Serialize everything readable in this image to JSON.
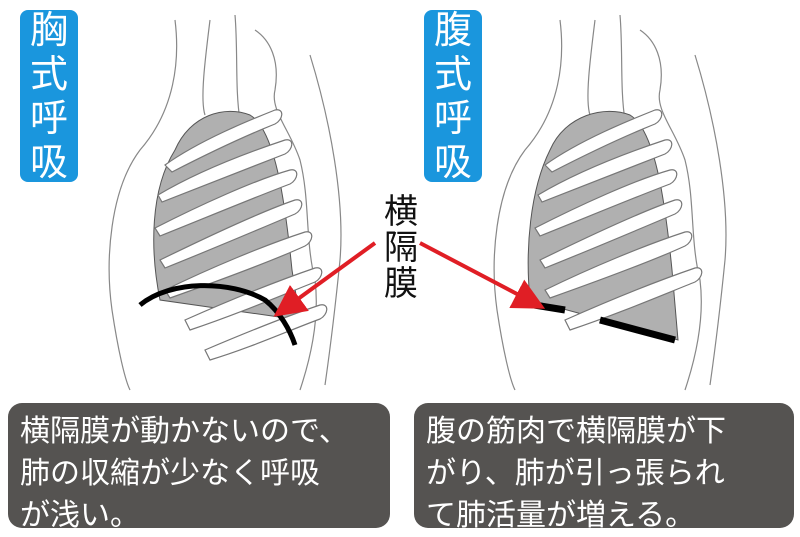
{
  "left_panel": {
    "title": "胸式呼吸",
    "title_chars": [
      "胸",
      "式",
      "呼",
      "吸"
    ],
    "caption": "横隔膜が動かないので、肺の収縮が少なく呼吸が浅い。",
    "caption_lines": [
      "横隔膜が動かないので、",
      "肺の収縮が少なく呼吸",
      "が浅い。"
    ]
  },
  "right_panel": {
    "title": "腹式呼吸",
    "title_chars": [
      "腹",
      "式",
      "呼",
      "吸"
    ],
    "caption": "腹の筋肉で横隔膜が下がり、肺が引っ張られて肺活量が増える。",
    "caption_lines": [
      "腹の筋肉で横隔膜が下",
      "がり、肺が引っ張られ",
      "て肺活量が増える。"
    ]
  },
  "center_label": {
    "text": "横隔膜",
    "chars": [
      "横",
      "隔",
      "膜"
    ]
  },
  "colors": {
    "label_bg": "#1a96dd",
    "caption_bg": "#555351",
    "lung": "#b0b0b0",
    "arrow": "#e01e25",
    "diaphragm": "#000000",
    "outline": "#888888"
  }
}
